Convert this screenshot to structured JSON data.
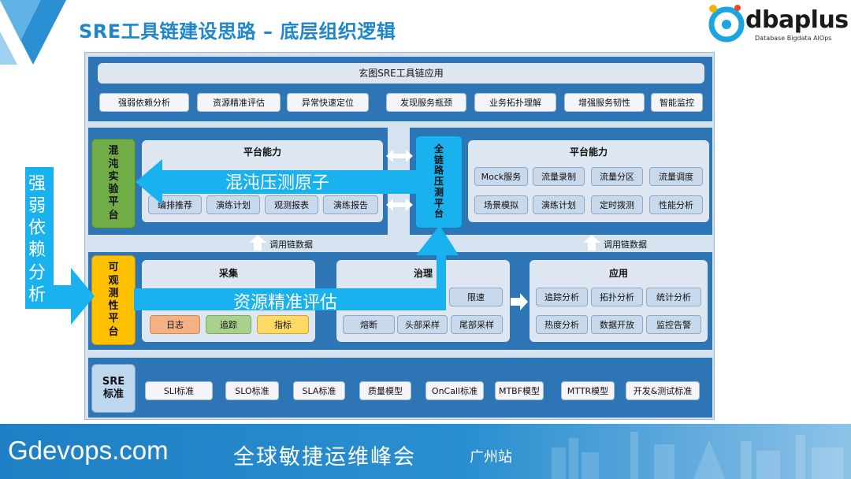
{
  "header": {
    "title": "SRE工具链建设思路 – 底层组织逻辑",
    "brand_name": "dbaplus",
    "brand_sub": "Database Bigdata AIOps"
  },
  "app_layer": {
    "title": "玄图SRE工具链应用",
    "items": [
      "强弱依赖分析",
      "资源精准评估",
      "异常快速定位",
      "发现服务瓶颈",
      "业务拓扑理解",
      "增强服务韧性",
      "智能监控"
    ]
  },
  "chaos": {
    "label": "混\n沌\n实\n验\n平\n台",
    "capability_title": "平台能力",
    "items": [
      "编排推荐",
      "演练计划",
      "观测报表",
      "演练报告"
    ]
  },
  "pressure": {
    "label": "全\n链\n路\n压\n测\n平\n台",
    "capability_title": "平台能力",
    "items": [
      "Mock服务",
      "流量录制",
      "流量分区",
      "流量调度",
      "场景模拟",
      "演练计划",
      "定时拨测",
      "性能分析"
    ]
  },
  "call_chain_label": "调用链数据",
  "observability": {
    "label": "可\n观\n测\n性\n平\n台",
    "collect": {
      "title": "采集",
      "items": [
        "日志",
        "追踪",
        "指标"
      ]
    },
    "govern": {
      "title": "治理",
      "items": [
        "限速",
        "熔断",
        "头部采样",
        "尾部采样"
      ]
    },
    "apply": {
      "title": "应用",
      "items": [
        "追踪分析",
        "拓扑分析",
        "统计分析",
        "热度分析",
        "数据开放",
        "监控告警"
      ]
    }
  },
  "sre_standard": {
    "label": "SRE\n标准",
    "items": [
      "SLI标准",
      "SLO标准",
      "SLA标准",
      "质量模型",
      "OnCall标准",
      "MTBF模型",
      "MTTR模型",
      "开发&测试标准"
    ]
  },
  "arrows": {
    "chaos_atom": "混沌压测原子",
    "resource_eval": "资源精准评估",
    "dependency": "强\n弱\n依\n赖\n分\n析"
  },
  "footer": {
    "site": "Gdevops.com",
    "event": "全球敏捷运维峰会",
    "city": "广州站"
  },
  "colors": {
    "title_blue": "#1e86c9",
    "band_blue": "#2e75b6",
    "arrow_cyan": "#1ab2ee",
    "chaos_green": "#70ad47",
    "observe_orange": "#ffc000",
    "log_orange": "#f4b183",
    "trace_green": "#a9d18e",
    "metric_yellow": "#ffd966"
  }
}
